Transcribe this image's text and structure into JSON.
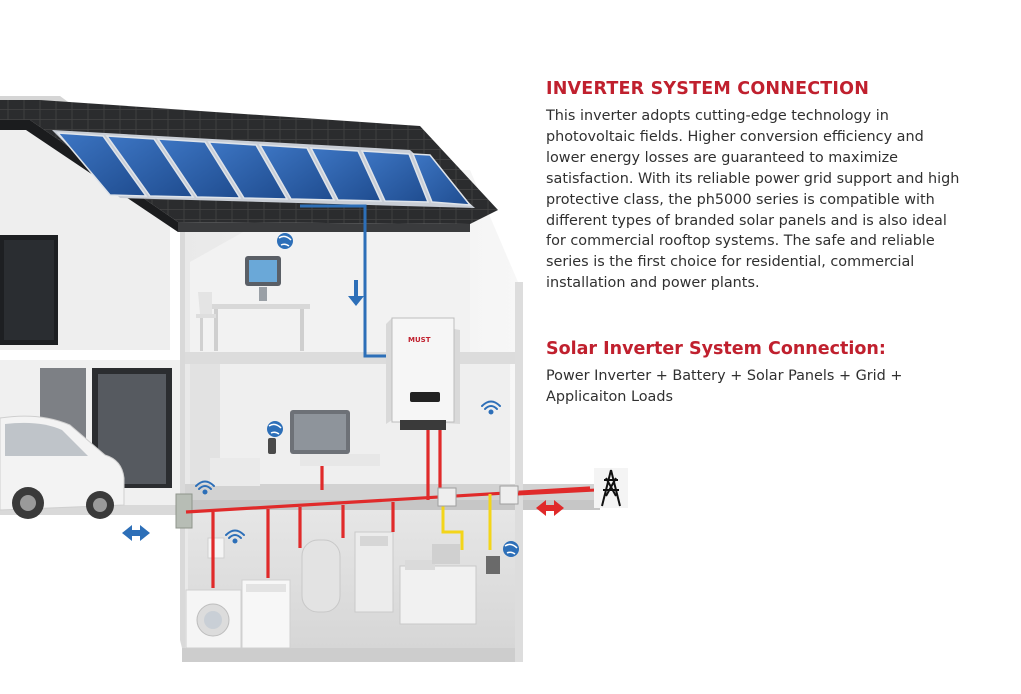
{
  "section1": {
    "title": "INVERTER SYSTEM CONNECTION",
    "body": "This inverter adopts cutting-edge technology in photovoltaic fields. Higher conversion efficiency and lower energy losses are guaranteed to maximize satisfaction. With its reliable power grid support and high protective class, the ph5000 series is compatible with different types of branded solar panels and is also ideal for commercial rooftop systems. The safe and reliable series is the first choice for residential, commercial installation and power plants."
  },
  "section2": {
    "title": "Solar Inverter System Connection:",
    "body": "Power Inverter + Battery + Solar Panels + Grid + Applicaiton Loads"
  },
  "illustration": {
    "inverter_brand": "MUST",
    "colors": {
      "accent": "#c0202e",
      "ac_line": "#e02a2a",
      "dc_line": "#2d6fb8",
      "signal_line": "#f3d51a",
      "roof": "#2e2f31",
      "panel": "#2d5fa8"
    },
    "icons": [
      "wifi-icon",
      "globe-icon",
      "power-pylon-icon",
      "flow-arrow-icon"
    ]
  }
}
